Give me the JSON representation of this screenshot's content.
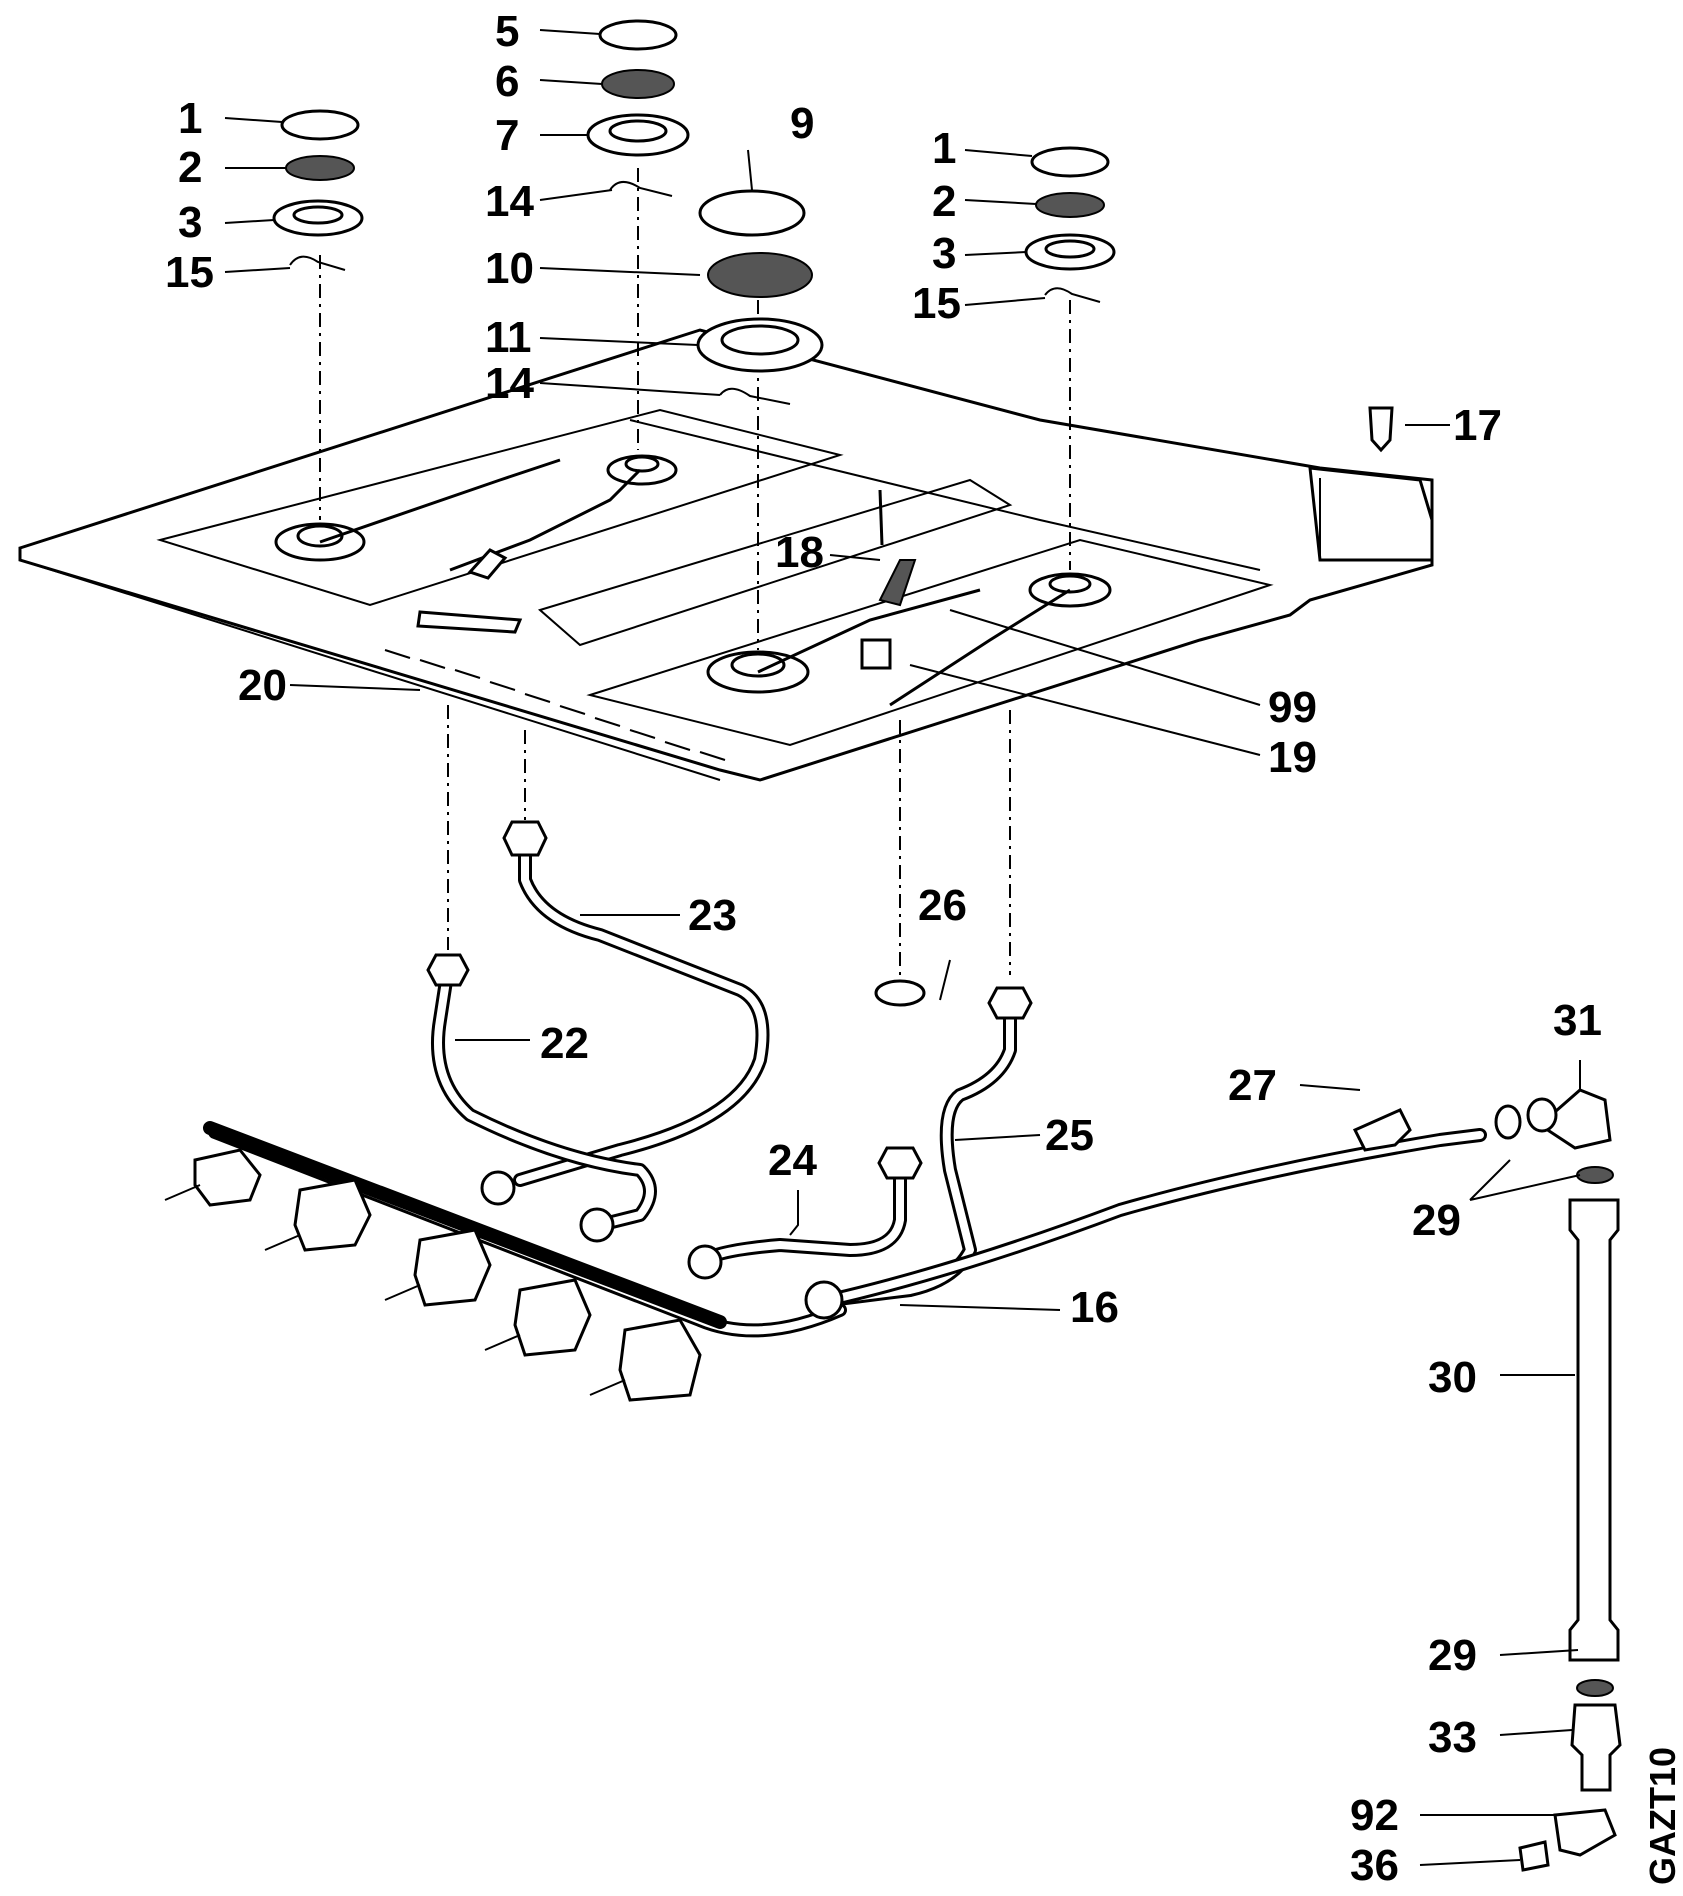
{
  "diagram": {
    "code": "GAZT10",
    "labels": {
      "l1a": "1",
      "l2a": "2",
      "l3a": "3",
      "l15a": "15",
      "l5": "5",
      "l6": "6",
      "l7": "7",
      "l14a": "14",
      "l9": "9",
      "l10": "10",
      "l11": "11",
      "l14b": "14",
      "l1b": "1",
      "l2b": "2",
      "l3b": "3",
      "l15b": "15",
      "l17": "17",
      "l18": "18",
      "l20": "20",
      "l99": "99",
      "l19": "19",
      "l23": "23",
      "l26": "26",
      "l22": "22",
      "l31": "31",
      "l27": "27",
      "l25": "25",
      "l24": "24",
      "l29a": "29",
      "l16": "16",
      "l30": "30",
      "l29b": "29",
      "l33": "33",
      "l92": "92",
      "l36": "36"
    }
  }
}
